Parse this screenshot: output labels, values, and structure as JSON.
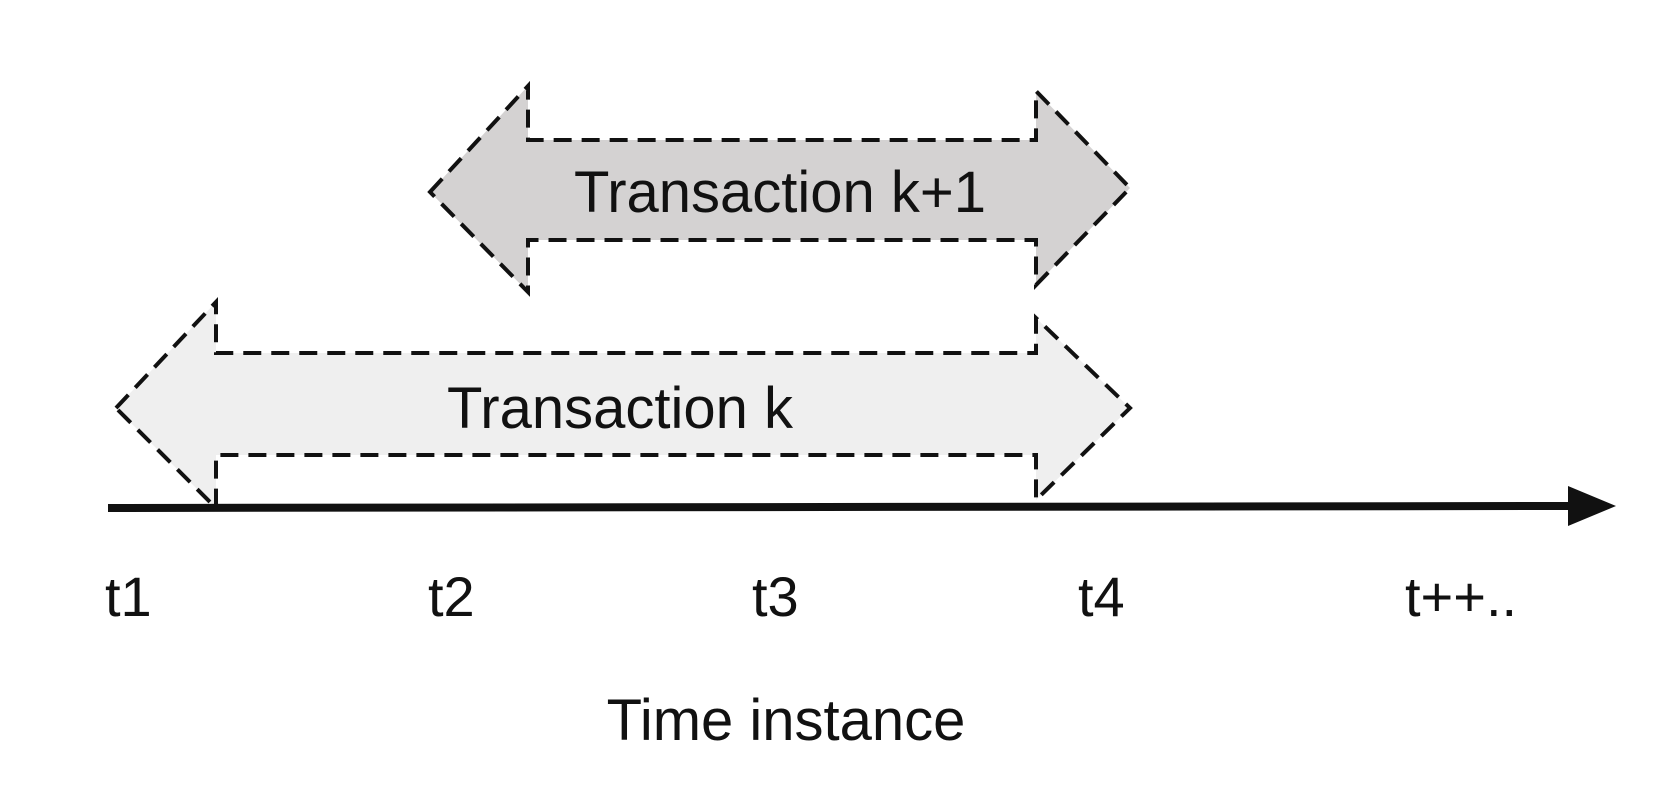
{
  "diagram": {
    "axis": {
      "title": "Time instance",
      "ticks": [
        "t1",
        "t2",
        "t3",
        "t4",
        "t++.."
      ]
    },
    "transactions": [
      {
        "label": "Transaction k",
        "fill": "#efefef",
        "start_tick": "t1",
        "end_tick": "t4"
      },
      {
        "label": "Transaction k+1",
        "fill": "#d4d2d2",
        "start_tick": "t2",
        "end_tick": "t4"
      }
    ],
    "colors": {
      "stroke": "#111111",
      "background": "#ffffff"
    }
  }
}
